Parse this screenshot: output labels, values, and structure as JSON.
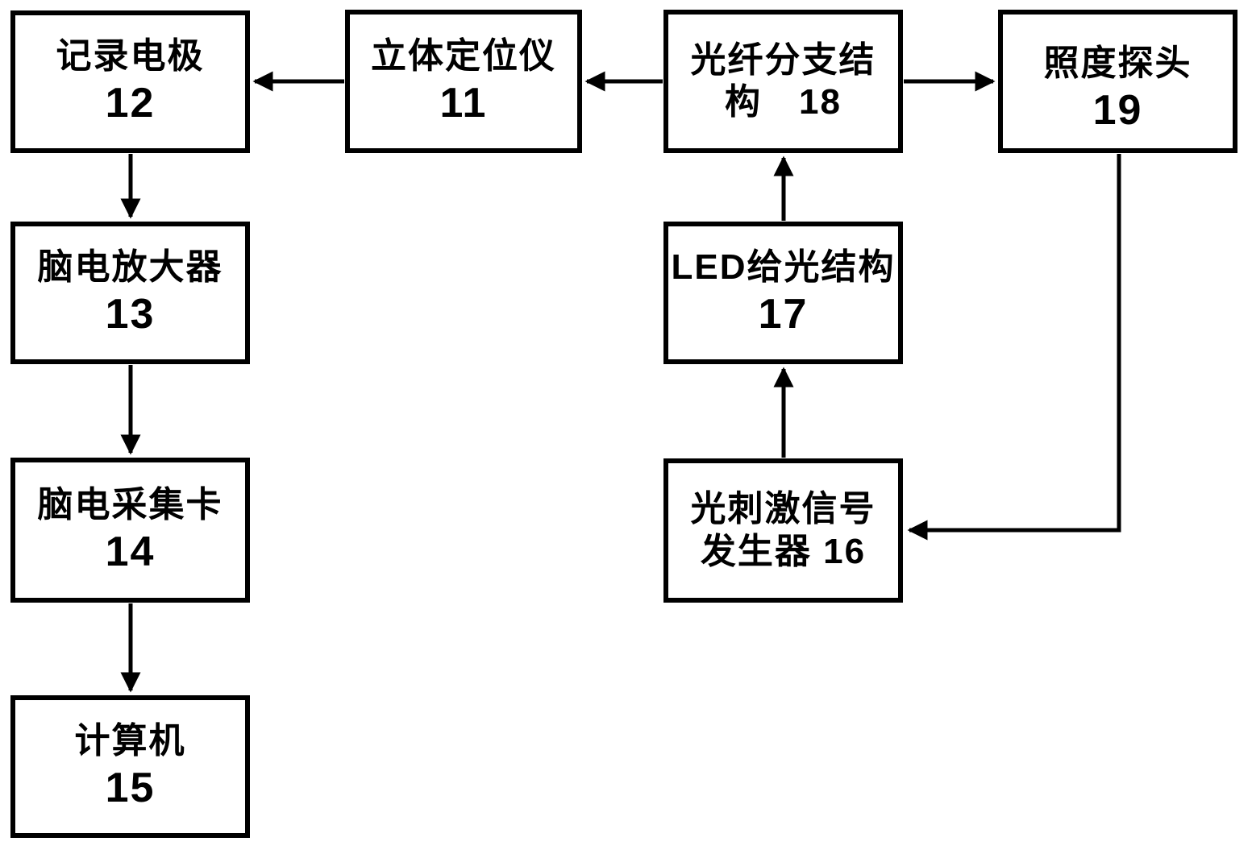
{
  "diagram": {
    "title": "Optogenetic stimulation and EEG recording system block diagram",
    "background_color": "#ffffff",
    "line_color": "#000000",
    "nodes": [
      {
        "id": "12",
        "line1": "记录电极",
        "line2": "12"
      },
      {
        "id": "11",
        "line1": "立体定位仪",
        "line2": "11"
      },
      {
        "id": "18",
        "line1": "光纤分支结",
        "line2": "构　18"
      },
      {
        "id": "19",
        "line1": "照度探头",
        "line2": "19"
      },
      {
        "id": "13",
        "line1": "脑电放大器",
        "line2": "13"
      },
      {
        "id": "14",
        "line1": "脑电采集卡",
        "line2": "14"
      },
      {
        "id": "15",
        "line1": "计算机",
        "line2": "15"
      },
      {
        "id": "17",
        "line1": "LED给光结构",
        "line2": "17"
      },
      {
        "id": "16",
        "line1": "光刺激信号",
        "line2": "发生器 16"
      }
    ],
    "connections": [
      {
        "from": "11",
        "to": "12",
        "direction": "left"
      },
      {
        "from": "18",
        "to": "11",
        "direction": "left"
      },
      {
        "from": "18",
        "to": "19",
        "direction": "right"
      },
      {
        "from": "12",
        "to": "13",
        "direction": "down"
      },
      {
        "from": "13",
        "to": "14",
        "direction": "down"
      },
      {
        "from": "14",
        "to": "15",
        "direction": "down"
      },
      {
        "from": "16",
        "to": "17",
        "direction": "up"
      },
      {
        "from": "17",
        "to": "18",
        "direction": "up"
      },
      {
        "from": "19",
        "to": "16",
        "direction": "down-left"
      }
    ]
  }
}
